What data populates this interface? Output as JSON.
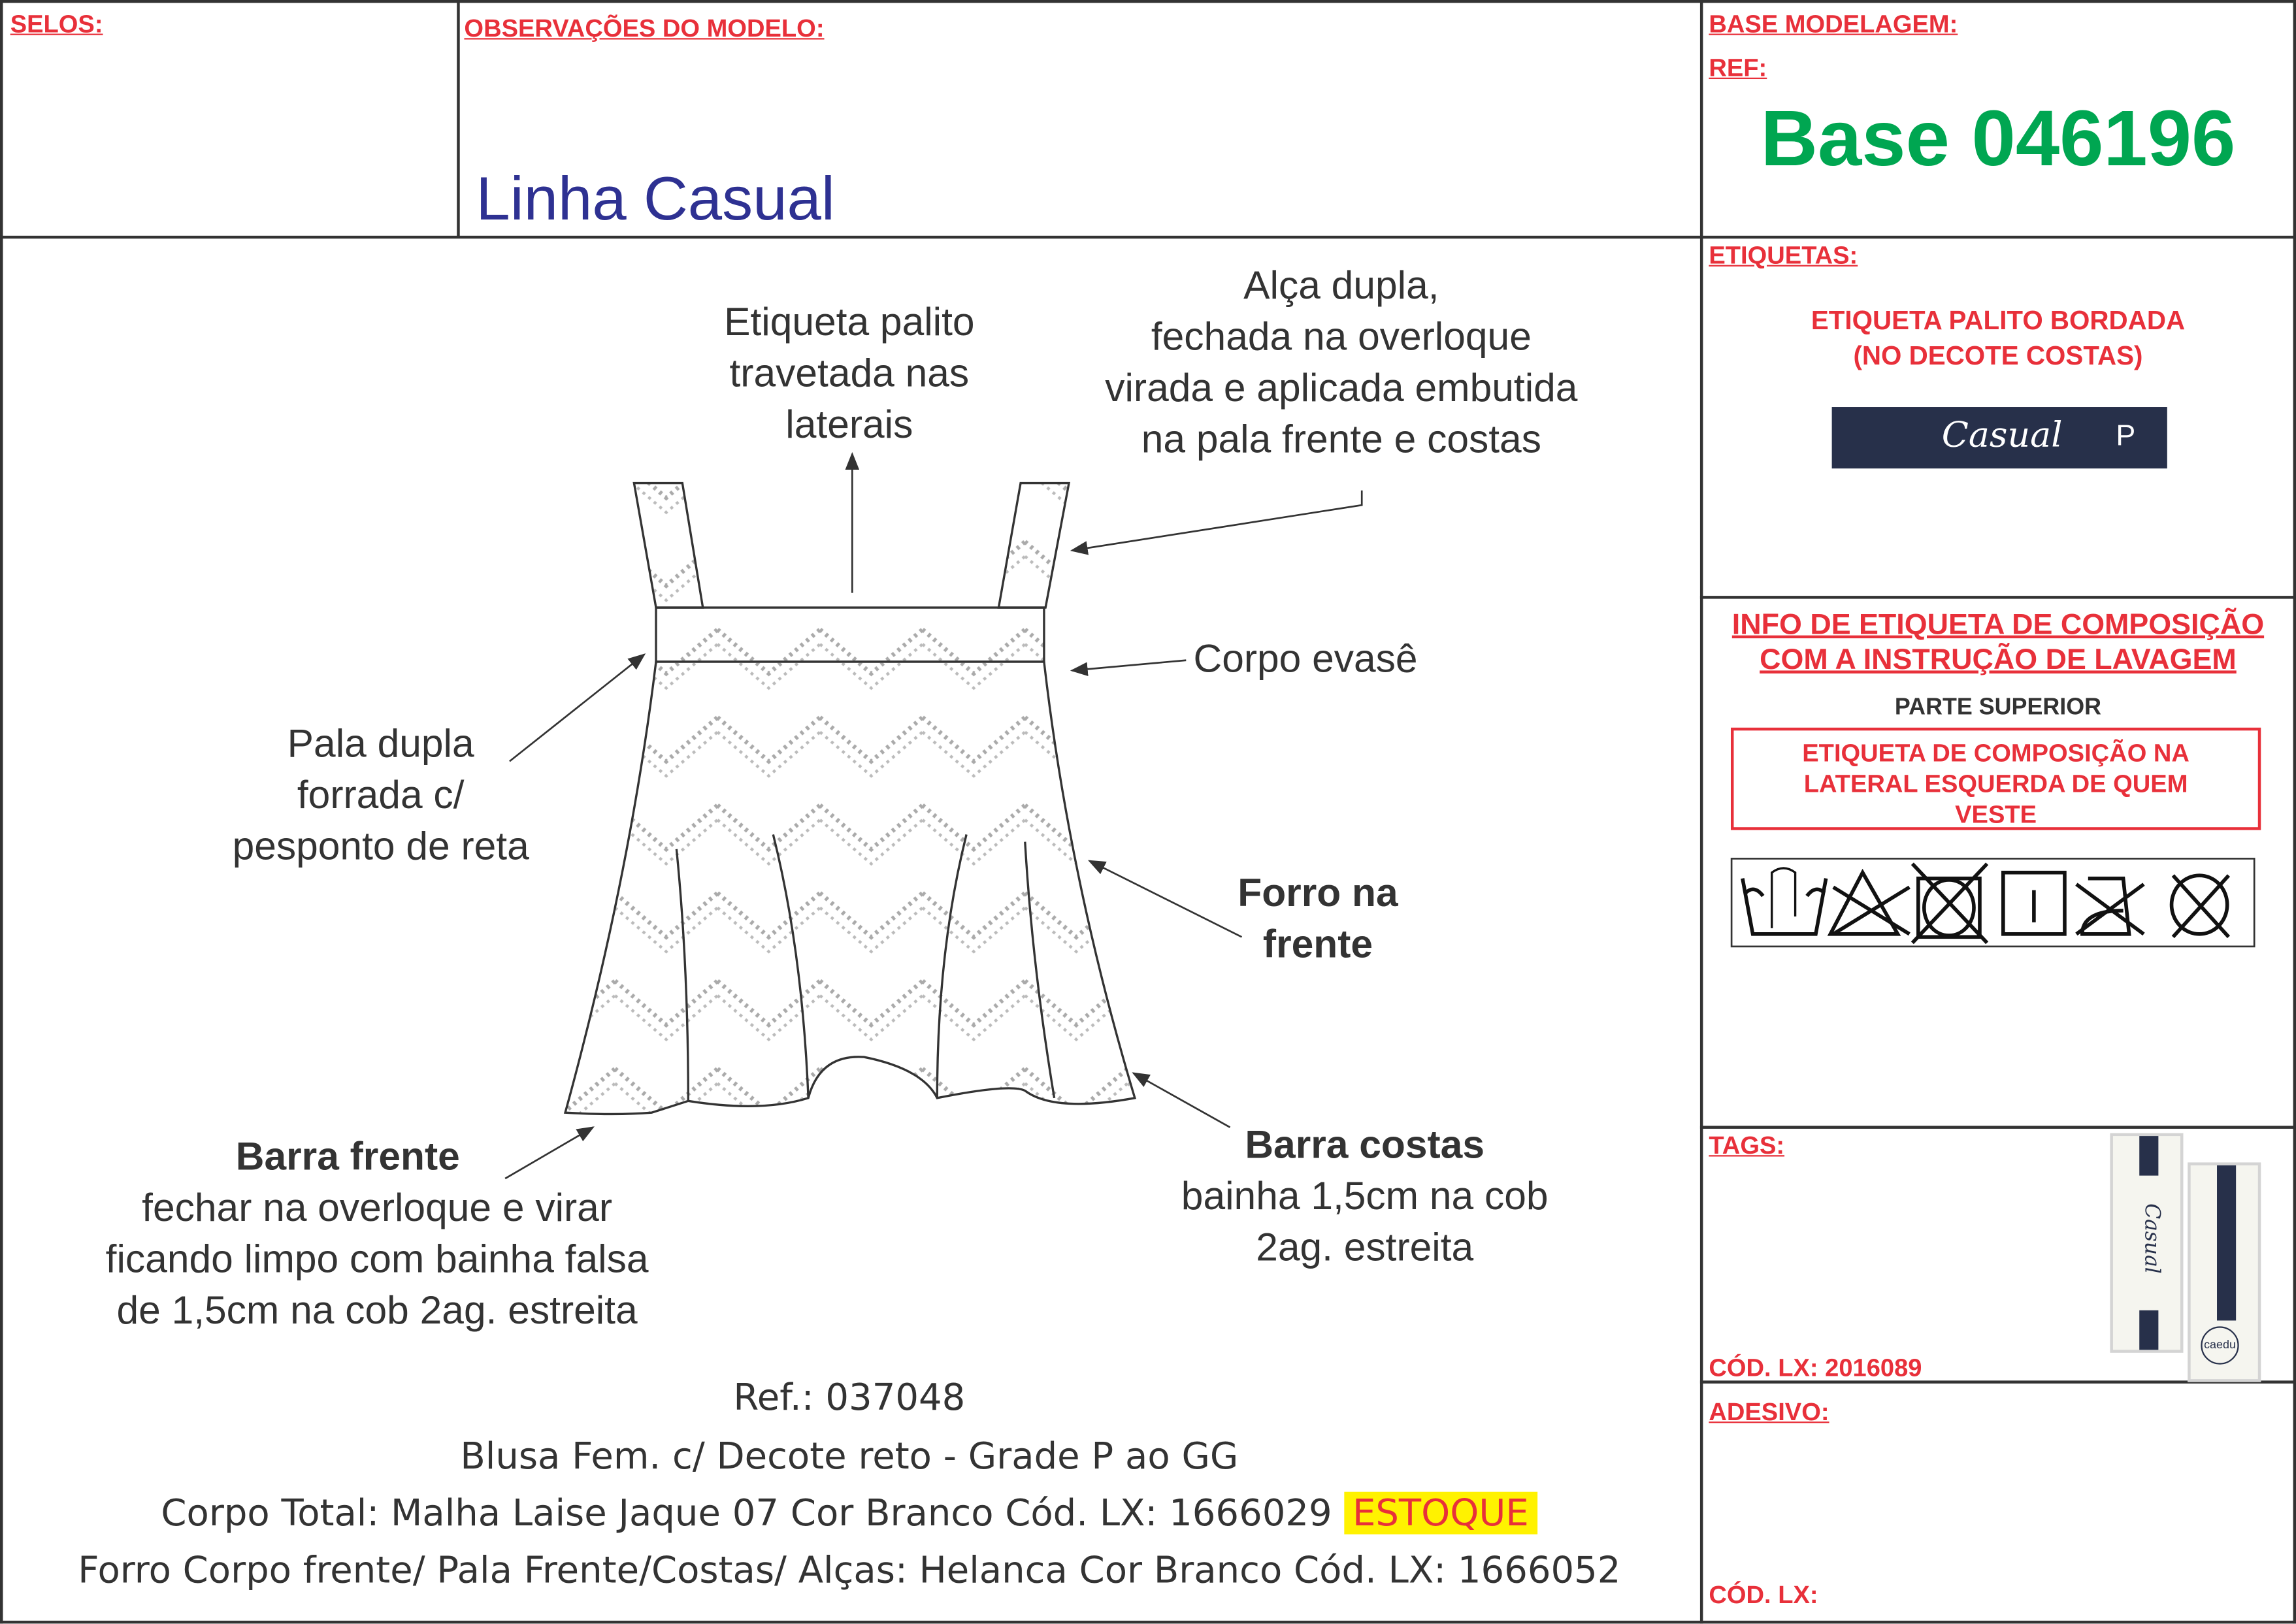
{
  "header": {
    "selos_label": "SELOS:",
    "observacoes_label": "OBSERVAÇÕES DO MODELO:",
    "linha": "Linha Casual",
    "base_modelagem_label": "BASE MODELAGEM:",
    "ref_label": "REF:",
    "base_ref": "Base 046196"
  },
  "etiquetas": {
    "label": "ETIQUETAS:",
    "line1": "ETIQUETA PALITO BORDADA",
    "line2": "(NO DECOTE COSTAS)",
    "label_brand": "Casual",
    "label_size": "P"
  },
  "composicao": {
    "title1": "INFO DE ETIQUETA DE COMPOSIÇÃO",
    "title2": "COM A INSTRUÇÃO DE LAVAGEM",
    "parte": "PARTE SUPERIOR",
    "box1": "ETIQUETA DE COMPOSIÇÃO NA",
    "box2": "LATERAL ESQUERDA DE QUEM",
    "box3": "VESTE",
    "care_icons": [
      "hand-wash-icon",
      "do-not-bleach-icon",
      "do-not-tumble-dry-icon",
      "line-dry-icon",
      "do-not-iron-icon",
      "do-not-dry-clean-icon"
    ]
  },
  "tags": {
    "label": "TAGS:",
    "cod": "CÓD. LX: 2016089",
    "tag1_brand": "Casual",
    "tag2_brand": "caedu"
  },
  "adesivo": {
    "label": "ADESIVO:",
    "cod": "CÓD. LX:"
  },
  "annotations": {
    "etiqueta_palito": [
      "Etiqueta palito",
      "travetada nas",
      "laterais"
    ],
    "alca": [
      "Alça dupla,",
      "fechada na overloque",
      "virada e aplicada embutida",
      "na pala frente e costas"
    ],
    "corpo": "Corpo evasê",
    "pala": [
      "Pala dupla",
      "forrada c/",
      "pesponto de reta"
    ],
    "forro": [
      "Forro na",
      "frente"
    ],
    "barra_frente_title": "Barra frente",
    "barra_frente": [
      "fechar na overloque e virar",
      "ficando limpo com bainha falsa",
      "de 1,5cm na cob 2ag. estreita"
    ],
    "barra_costas_title": "Barra costas",
    "barra_costas": [
      "bainha 1,5cm na cob",
      "2ag. estreita"
    ]
  },
  "footer": {
    "ref": "Ref.: 037048",
    "desc": "Blusa Fem. c/ Decote reto - Grade P ao GG",
    "corpo": "Corpo Total: Malha Laise Jaque 07 Cor Branco Cód. LX: 1666029",
    "estoque": "ESTOQUE",
    "forro": "Forro Corpo frente/ Pala Frente/Costas/ Alças: Helanca Cor Branco Cód. LX: 1666052"
  },
  "colors": {
    "red": "#e8303a",
    "green": "#00a651",
    "blue": "#2e3192",
    "navy": "#27304a",
    "highlight": "#fff200"
  }
}
